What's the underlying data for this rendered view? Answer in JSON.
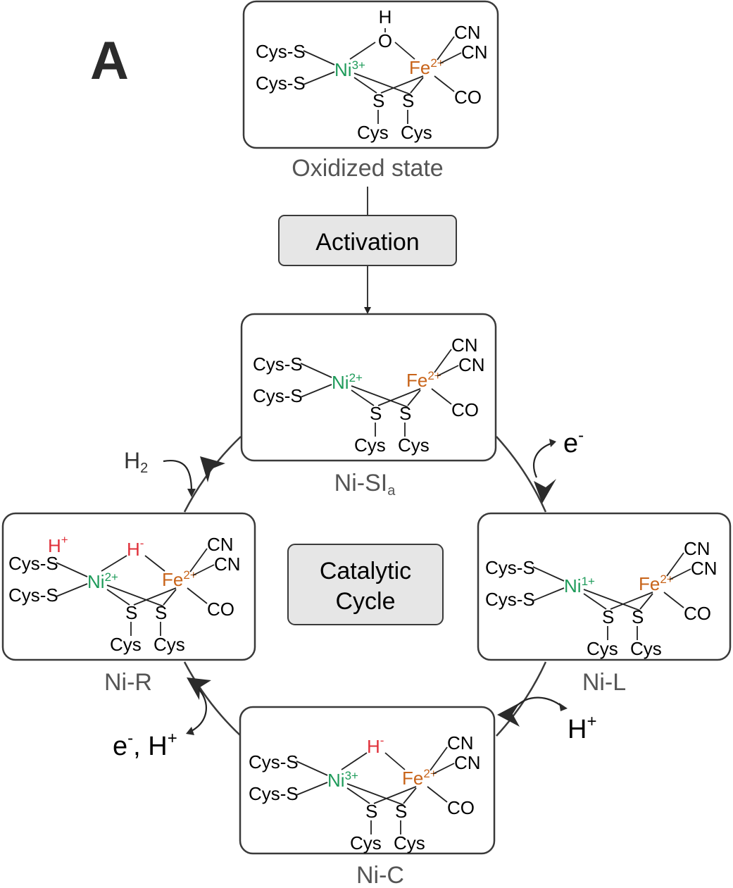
{
  "panel_letter": "A",
  "labels": {
    "cys_s": "Cys-S",
    "s": "S",
    "cys": "Cys",
    "cn": "CN",
    "co": "CO",
    "ni": "Ni",
    "fe": "Fe",
    "o": "O",
    "h": "H"
  },
  "charges": {
    "ni_3": "3+",
    "ni_2": "2+",
    "ni_1": "1+",
    "fe_2": "2+",
    "plus": "+",
    "minus": "-"
  },
  "states": {
    "oxidized": "Oxidized state",
    "ni_sia_main": "Ni-SI",
    "ni_sia_sub": "a",
    "ni_r": "Ni-R",
    "ni_l": "Ni-L",
    "ni_c": "Ni-C"
  },
  "process": {
    "activation": "Activation",
    "catalytic_line1": "Catalytic",
    "catalytic_line2": "Cycle"
  },
  "species": {
    "h2_main": "H",
    "h2_sub": "2",
    "e": "e",
    "h": "H",
    "sep": ", "
  },
  "colors": {
    "nickel": "#1e9b5a",
    "iron": "#c8641a",
    "hydrogen": "#e0303a",
    "box_fill": "#e6e6e6"
  }
}
